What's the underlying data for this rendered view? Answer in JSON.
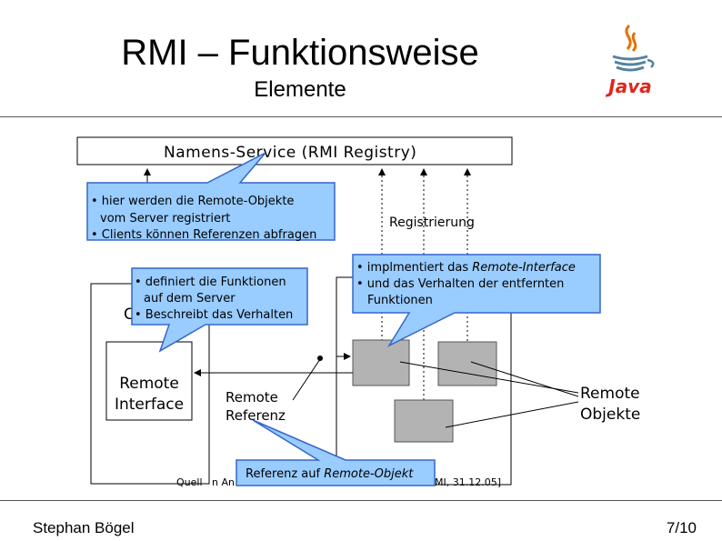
{
  "header": {
    "title": "RMI – Funktionsweise",
    "subtitle": "Elemente",
    "logo_text": "Java"
  },
  "diagram": {
    "registry_label": "Namens-Service (RMI Registry)",
    "registrierung_label": "Registrierung",
    "remote_interface_line1": "Remote",
    "remote_interface_line2": "Interface",
    "remote_referenz_line1": "Remote",
    "remote_referenz_line2": "Referenz",
    "remote_objekte_line1": "Remote",
    "remote_objekte_line2": "Objekte",
    "client_fragment": "C",
    "source_left": "Quell",
    "source_left2": "n An",
    "source_right": "MI, 31.12.05]",
    "callout_registry": {
      "line1": "• hier werden die Remote-Objekte",
      "line2": "vom Server registriert",
      "line3": "• Clients können Referenzen abfragen"
    },
    "callout_interface": {
      "line1": "• definiert die Funktionen",
      "line2": "auf dem Server",
      "line3": "• Beschreibt das Verhalten"
    },
    "callout_objects": {
      "line1_prefix": "• implmentiert das ",
      "line1_italic": "Remote-Interface",
      "line2": "• und das Verhalten der entfernten",
      "line3": "Funktionen"
    },
    "callout_referenz": {
      "prefix": "Referenz auf ",
      "italic": "Remote-Objekt"
    },
    "colors": {
      "callout_fill": "#99ccff",
      "callout_stroke": "#3366cc",
      "object_fill": "#b3b3b3"
    }
  },
  "footer": {
    "author": "Stephan Bögel",
    "page": "7/10"
  }
}
